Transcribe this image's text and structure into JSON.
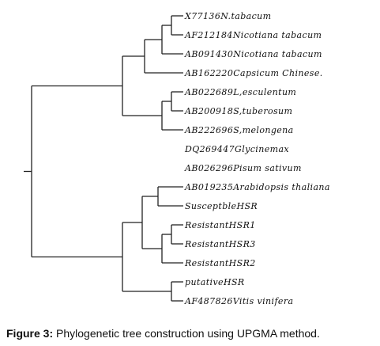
{
  "figure": {
    "caption_label": "Figure 3:",
    "caption_text": " Phylogenetic tree construction using UPGMA method."
  },
  "taxa": [
    "X77136N.tabacum",
    "AF212184Nicotiana tabacum",
    "AB091430Nicotiana tabacum",
    "AB162220Capsicum Chinese.",
    "AB022689L,esculentum",
    "AB200918S,tuberosum",
    "AB222696S,melongena",
    "DQ269447Glycinemax",
    "AB026296Pisum sativum",
    "AB019235Arabidopsis thaliana",
    "SusceptbleHSR",
    "ResistantHSR1",
    "ResistantHSR3",
    "ResistantHSR2",
    "putativeHSR",
    "AF487826Vitis vinifera"
  ],
  "tree_color": "#222222"
}
